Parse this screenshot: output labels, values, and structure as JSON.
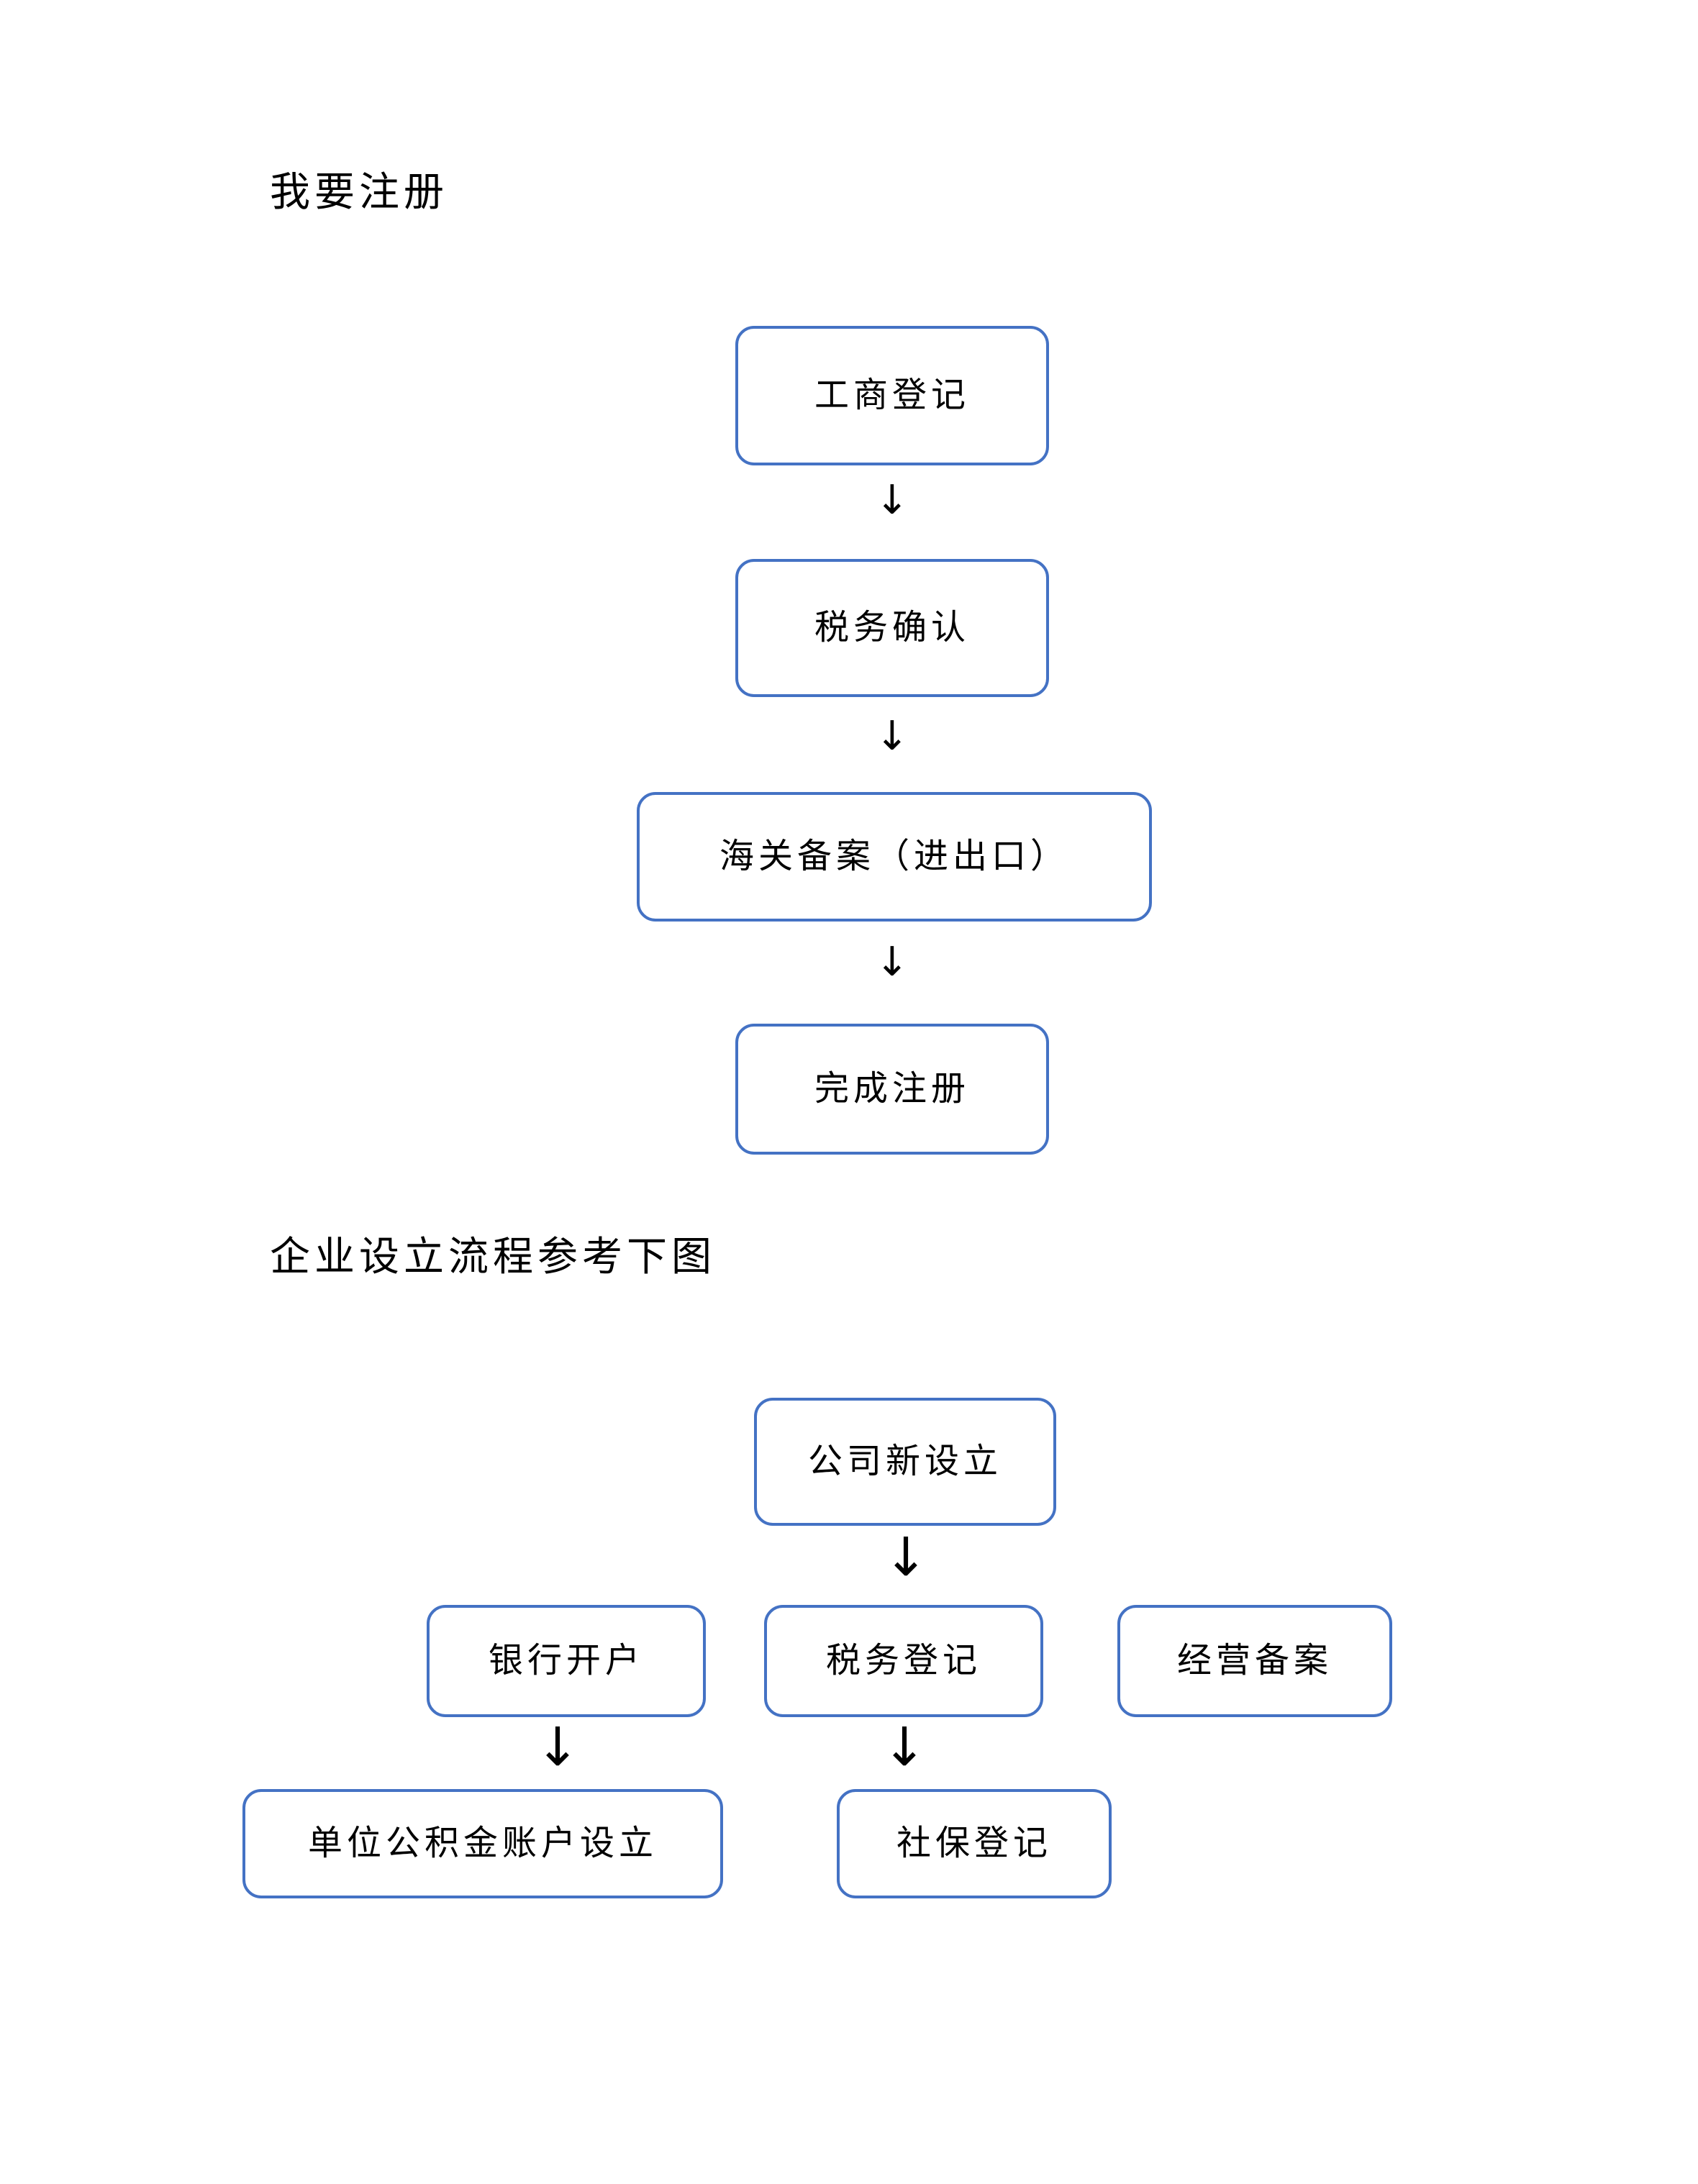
{
  "document": {
    "page_background": "#ffffff",
    "accent_color": "#4472C4",
    "text_color": "#000000"
  },
  "sections": [
    {
      "heading": "我要注册",
      "flow": {
        "title": "我要注册",
        "type": "flowchart",
        "direction": "vertical",
        "nodes": [
          {
            "id": "n1",
            "label": "工商登记"
          },
          {
            "id": "n2",
            "label": "税务确认"
          },
          {
            "id": "n3",
            "label": "海关备案（进出口）"
          },
          {
            "id": "n4",
            "label": "完成注册"
          }
        ],
        "edges": [
          {
            "from": "n1",
            "to": "n2",
            "glyph": "↓"
          },
          {
            "from": "n2",
            "to": "n3",
            "glyph": "↓"
          },
          {
            "from": "n3",
            "to": "n4",
            "glyph": "↓"
          }
        ]
      }
    },
    {
      "heading": "企业设立流程参考下图",
      "flow": {
        "title": "企业设立流程参考下图",
        "type": "flowchart",
        "direction": "tree",
        "nodes": [
          {
            "id": "m1",
            "label": "公司新设立"
          },
          {
            "id": "m2",
            "label": "银行开户"
          },
          {
            "id": "m3",
            "label": "税务登记"
          },
          {
            "id": "m4",
            "label": "经营备案"
          },
          {
            "id": "m5",
            "label": "单位公积金账户设立"
          },
          {
            "id": "m6",
            "label": "社保登记"
          }
        ],
        "edges": [
          {
            "from": "m1",
            "to": "m3",
            "glyph": "↓"
          },
          {
            "from": "m2",
            "to": "m5",
            "glyph": "↓"
          },
          {
            "from": "m3",
            "to": "m6",
            "glyph": "↓"
          }
        ]
      }
    }
  ],
  "arrows": {
    "down": "↓"
  }
}
